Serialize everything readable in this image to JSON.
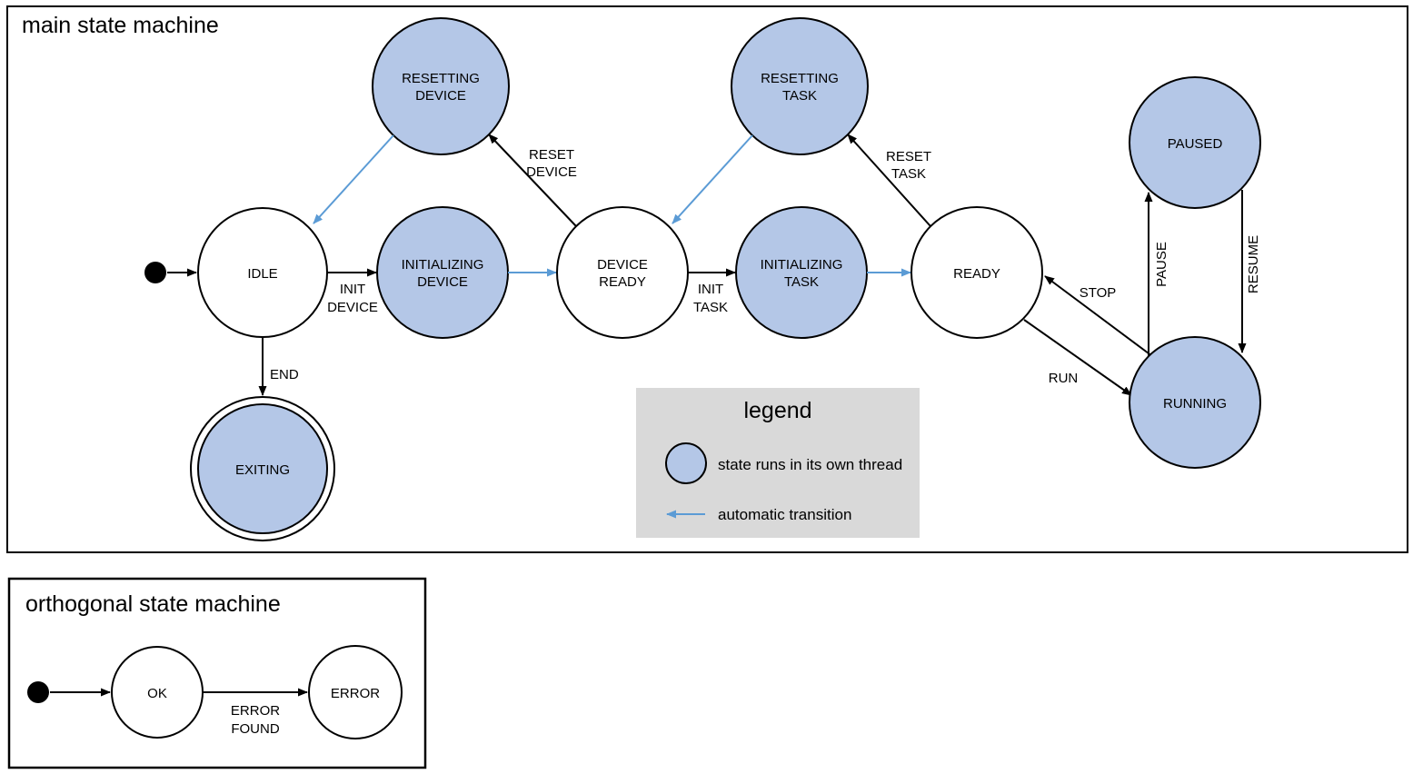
{
  "main": {
    "title": "main state machine",
    "states": {
      "idle": "IDLE",
      "resetting_device": {
        "line1": "RESETTING",
        "line2": "DEVICE"
      },
      "initializing_device": {
        "line1": "INITIALIZING",
        "line2": "DEVICE"
      },
      "device_ready": {
        "line1": "DEVICE",
        "line2": "READY"
      },
      "resetting_task": {
        "line1": "RESETTING",
        "line2": "TASK"
      },
      "initializing_task": {
        "line1": "INITIALIZING",
        "line2": "TASK"
      },
      "ready": "READY",
      "paused": "PAUSED",
      "running": "RUNNING",
      "exiting": "EXITING"
    },
    "transitions": {
      "init_device": {
        "line1": "INIT",
        "line2": "DEVICE"
      },
      "reset_device": {
        "line1": "RESET",
        "line2": "DEVICE"
      },
      "init_task": {
        "line1": "INIT",
        "line2": "TASK"
      },
      "reset_task": {
        "line1": "RESET",
        "line2": "TASK"
      },
      "end": "END",
      "run": "RUN",
      "stop": "STOP",
      "pause": "PAUSE",
      "resume": "RESUME"
    }
  },
  "legend": {
    "title": "legend",
    "thread_item": "state runs in its own thread",
    "auto_item": "automatic transition"
  },
  "orthogonal": {
    "title": "orthogonal state machine",
    "states": {
      "ok": "OK",
      "error": "ERROR"
    },
    "transitions": {
      "error_found": {
        "line1": "ERROR",
        "line2": "FOUND"
      }
    }
  },
  "colors": {
    "thread_state_fill": "#b4c7e7",
    "automatic_transition": "#5b9bd5",
    "legend_background": "#d9d9d9",
    "line": "#000000"
  }
}
